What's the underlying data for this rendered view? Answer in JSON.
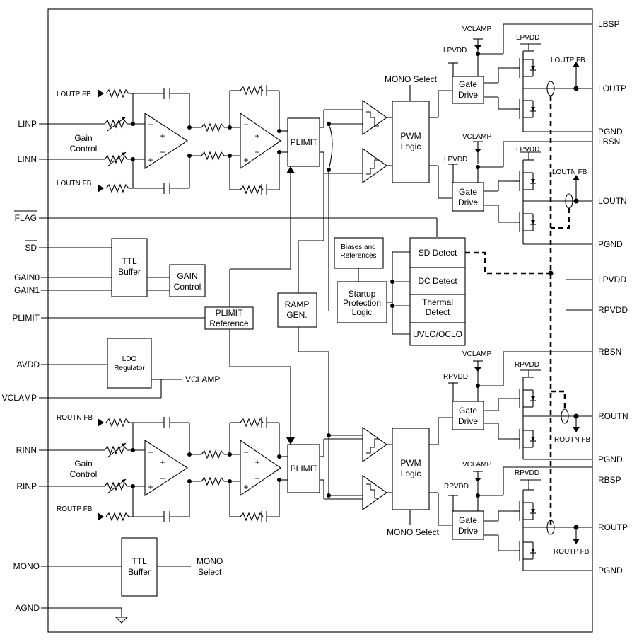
{
  "pins_left": {
    "linp": "LINP",
    "linn": "LINN",
    "flag": "FLAG",
    "sd": "SD",
    "gain0": "GAIN0",
    "gain1": "GAIN1",
    "plimit": "PLIMIT",
    "avdd": "AVDD",
    "vclamp": "VCLAMP",
    "rinn": "RINN",
    "rinp": "RINP",
    "mono": "MONO",
    "agnd": "AGND"
  },
  "pins_right": {
    "lbsp": "LBSP",
    "loutp": "LOUTP",
    "pgnd": "PGND",
    "lbsn": "LBSN",
    "loutn": "LOUTN",
    "lpvdd": "LPVDD",
    "rpvdd": "RPVDD",
    "rbsn": "RBSN",
    "routn": "ROUTN",
    "rbsp": "RBSP",
    "routp": "ROUTP"
  },
  "blocks": {
    "plimit": "PLIMIT",
    "pwm_line1": "PWM",
    "pwm_line2": "Logic",
    "gate_line1": "Gate",
    "gate_line2": "Drive",
    "ttl_line1": "TTL",
    "ttl_line2": "Buffer",
    "gain_ctrl_line1": "GAIN",
    "gain_ctrl_line2": "Control",
    "plimit_ref_line1": "PLIMIT",
    "plimit_ref_line2": "Reference",
    "ramp_line1": "RAMP",
    "ramp_line2": "GEN.",
    "ldo_line1": "LDO",
    "ldo_line2": "Regulator",
    "biases_line1": "Biases and",
    "biases_line2": "References",
    "startup_line1": "Startup",
    "startup_line2": "Protection",
    "startup_line3": "Logic",
    "sd_detect": "SD Detect",
    "dc_detect": "DC Detect",
    "thermal_line1": "Thermal",
    "thermal_line2": "Detect",
    "uvlo": "UVLO/OCLO"
  },
  "labels": {
    "loutp_fb": "LOUTP FB",
    "loutn_fb": "LOUTN FB",
    "routn_fb": "ROUTN FB",
    "routp_fb": "ROUTP FB",
    "gain_line1": "Gain",
    "gain_line2": "Control",
    "mono_select": "MONO Select",
    "mono_line1": "MONO",
    "mono_line2": "Select",
    "vclamp": "VCLAMP",
    "lpvdd": "LPVDD",
    "rpvdd": "RPVDD",
    "plus": "+",
    "minus": "−"
  }
}
